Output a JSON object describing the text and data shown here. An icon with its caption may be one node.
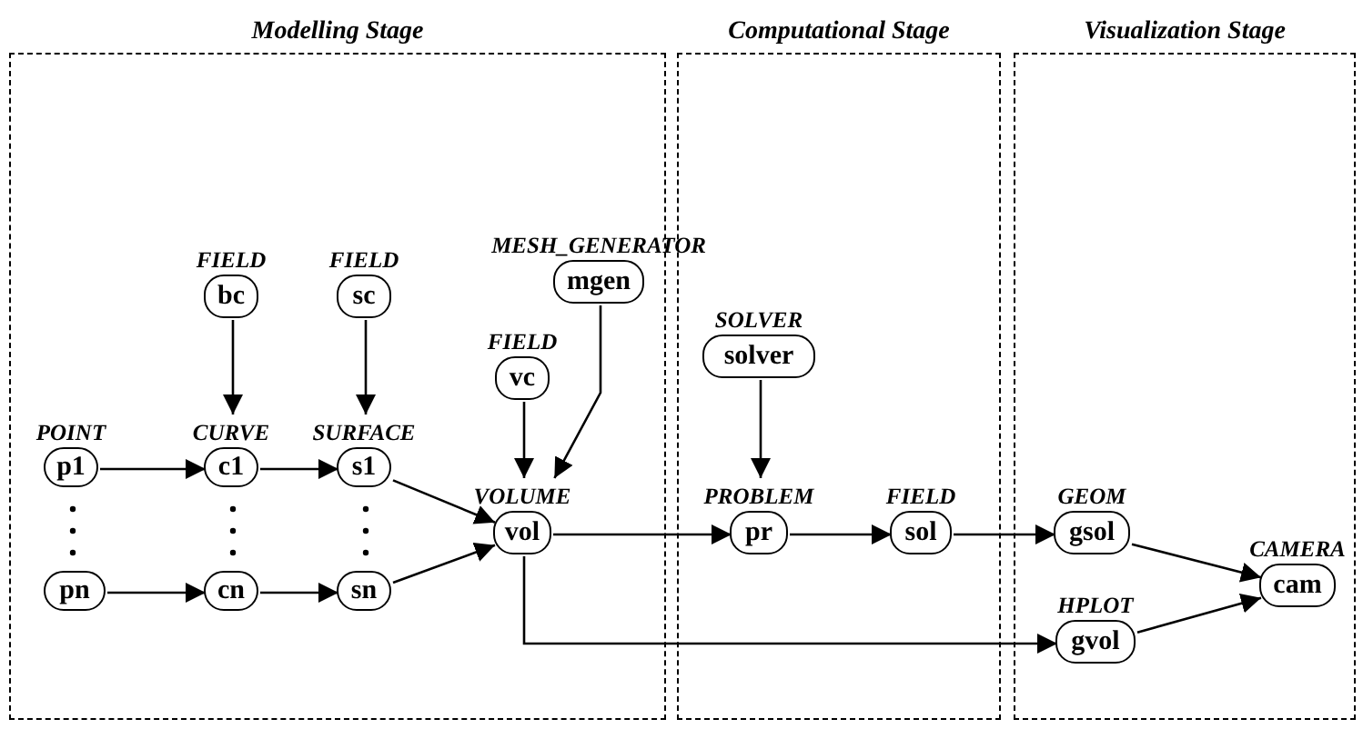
{
  "diagram": {
    "nodes": [
      {
        "text": [
          "Modelling Stage"
        ]
      },
      {
        "text": [
          "Computational Stage"
        ]
      },
      {
        "text": [
          "Visualization Stage"
        ]
      },
      {
        "text": [
          "bc"
        ],
        "beside": [
          "FIELD"
        ],
        "in": 0
      },
      {
        "text": [
          "sc"
        ],
        "beside": [
          "FIELD"
        ],
        "in": 0
      },
      {
        "text": [
          "mgen"
        ],
        "beside": [
          "MESH_GENERATOR"
        ],
        "in": 0
      },
      {
        "text": [
          "vc"
        ],
        "beside": [
          "FIELD"
        ],
        "in": 0
      },
      {
        "text": [
          "p1"
        ],
        "beside": [
          "POINT"
        ],
        "in": 0
      },
      {
        "text": [
          "c1"
        ],
        "beside": [
          "CURVE"
        ],
        "in": 0
      },
      {
        "text": [
          "s1"
        ],
        "beside": [
          "SURFACE"
        ],
        "in": 0
      },
      {
        "text": [
          "vol"
        ],
        "beside": [
          "VOLUME"
        ],
        "in": 0
      },
      {
        "text": [
          "pn"
        ],
        "in": 0
      },
      {
        "text": [
          "cn"
        ],
        "in": 0
      },
      {
        "text": [
          "sn"
        ],
        "in": 0
      },
      {
        "text": [
          "solver"
        ],
        "beside": [
          "SOLVER"
        ],
        "in": 1
      },
      {
        "text": [
          "pr"
        ],
        "beside": [
          "PROBLEM"
        ],
        "in": 1
      },
      {
        "text": [
          "sol"
        ],
        "beside": [
          "FIELD"
        ],
        "in": 1
      },
      {
        "text": [
          "gsol"
        ],
        "beside": [
          "GEOM"
        ],
        "in": 2
      },
      {
        "text": [
          "cam"
        ],
        "beside": [
          "CAMERA"
        ],
        "in": 2
      },
      {
        "text": [
          "gvol"
        ],
        "beside": [
          "HPLOT"
        ],
        "in": 2
      }
    ],
    "edges": [
      {
        "from": 3,
        "to": 8,
        "arrow": "to"
      },
      {
        "from": 4,
        "to": 9,
        "arrow": "to"
      },
      {
        "from": 5,
        "to": 10,
        "arrow": "to"
      },
      {
        "from": 6,
        "to": 10,
        "arrow": "to"
      },
      {
        "from": 7,
        "to": 8,
        "arrow": "to"
      },
      {
        "from": 8,
        "to": 9,
        "arrow": "to"
      },
      {
        "from": 9,
        "to": 10,
        "arrow": "to"
      },
      {
        "from": 11,
        "to": 12,
        "arrow": "to"
      },
      {
        "from": 12,
        "to": 13,
        "arrow": "to"
      },
      {
        "from": 13,
        "to": 10,
        "arrow": "to"
      },
      {
        "from": 10,
        "to": 15,
        "arrow": "to"
      },
      {
        "from": 14,
        "to": 15,
        "arrow": "to"
      },
      {
        "from": 15,
        "to": 16,
        "arrow": "to"
      },
      {
        "from": 16,
        "to": 17,
        "arrow": "to"
      },
      {
        "from": 17,
        "to": 18,
        "arrow": "to"
      },
      {
        "from": 10,
        "to": 19,
        "arrow": "to"
      },
      {
        "from": 19,
        "to": 18,
        "arrow": "to"
      }
    ]
  }
}
